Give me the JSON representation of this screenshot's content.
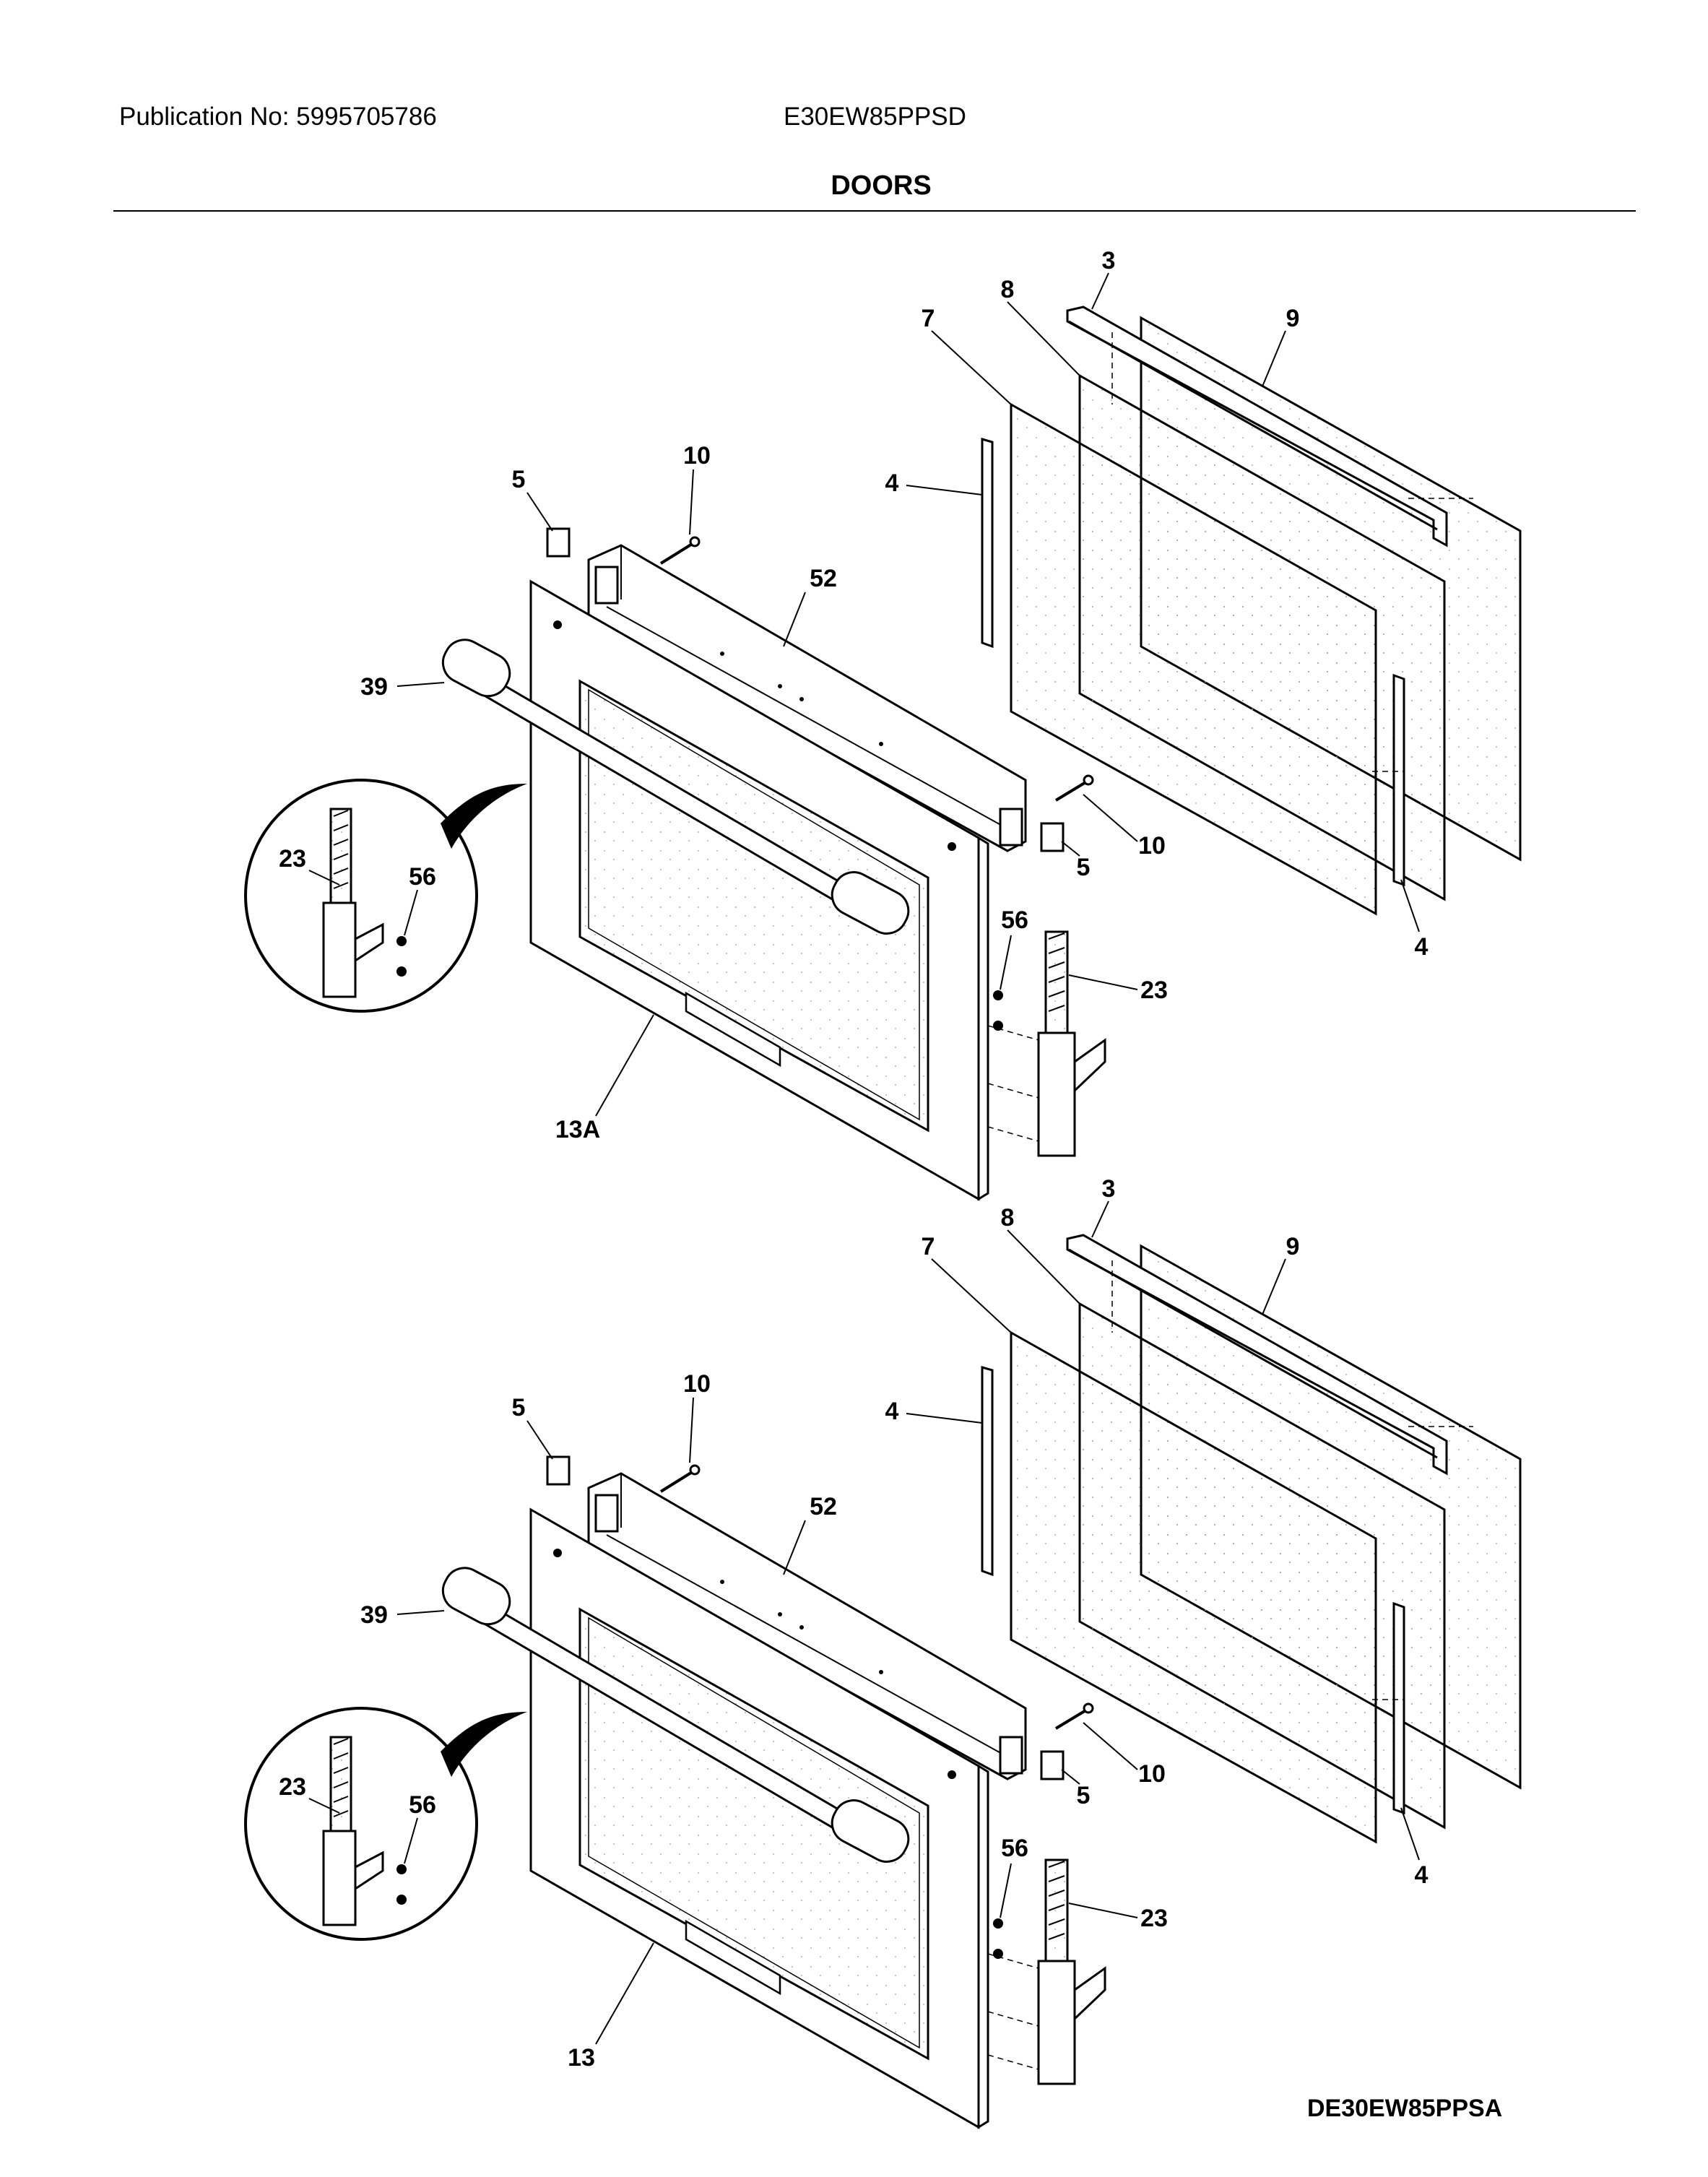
{
  "header": {
    "publication": "Publication No: 5995705786",
    "model": "E30EW85PPSD",
    "section_title": "DOORS"
  },
  "diagram_code": "DE30EW85PPSA",
  "assemblies": [
    {
      "labels": {
        "p3": "3",
        "p8": "8",
        "p9": "9",
        "p7": "7",
        "p4a": "4",
        "p10a": "10",
        "p5a": "5",
        "p52": "52",
        "p39": "39",
        "p23a": "23",
        "p56a": "56",
        "p10b": "10",
        "p5b": "5",
        "p56b": "56",
        "p23b": "23",
        "p4b": "4",
        "door": "13A"
      }
    },
    {
      "labels": {
        "p3": "3",
        "p8": "8",
        "p9": "9",
        "p7": "7",
        "p4a": "4",
        "p10a": "10",
        "p5a": "5",
        "p52": "52",
        "p39": "39",
        "p23a": "23",
        "p56a": "56",
        "p10b": "10",
        "p5b": "5",
        "p56b": "56",
        "p23b": "23",
        "p4b": "4",
        "door": "13"
      }
    }
  ]
}
